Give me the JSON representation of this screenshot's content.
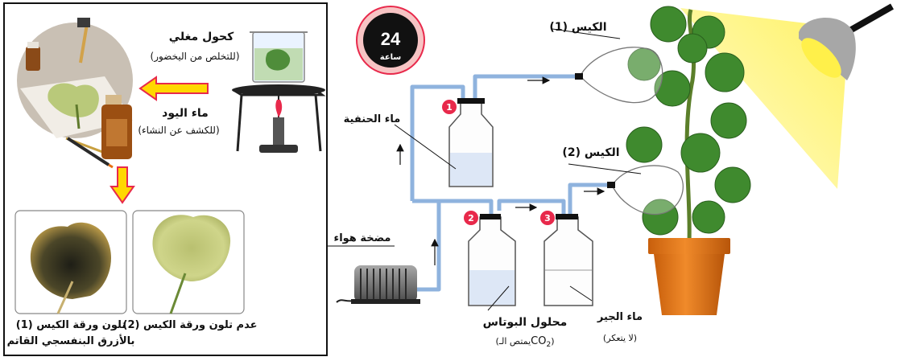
{
  "left_panel": {
    "alcohol": {
      "title": "كحول مغلي",
      "note": "(للتخلص من اليخضور)"
    },
    "iodine": {
      "title": "ماء اليود",
      "note": "(للكشف عن النشاء)"
    },
    "result1": {
      "line1": "تلون ورقة الكيس (1)",
      "line2": "بالأزرق البنفسجي القاتم"
    },
    "result2": {
      "line1": "عدم تلون ورقة الكيس (2)"
    }
  },
  "timer": {
    "value": "24",
    "unit": "ساعة"
  },
  "setup": {
    "tap_water": "ماء الحنفية",
    "air_pump": "مضخة هواء",
    "potash": {
      "title": "محلول البوتاس",
      "note_pre": "(يمتص الـ",
      "note_chem": "CO",
      "note_sub": "2",
      "note_post": ")"
    },
    "limewater": {
      "title": "ماء الجير",
      "note": "(لا يتعكر)"
    },
    "bag1": "الكيس (1)",
    "bag2": "الكيس (2)",
    "bottles": [
      "1",
      "2",
      "3"
    ]
  },
  "colors": {
    "accent_red": "#e8294b",
    "tube_blue": "#8fb3de",
    "lamp_yellow": "#fff04a",
    "pot_orange": "#e97a16",
    "leaf_green": "#3f8a2e"
  }
}
